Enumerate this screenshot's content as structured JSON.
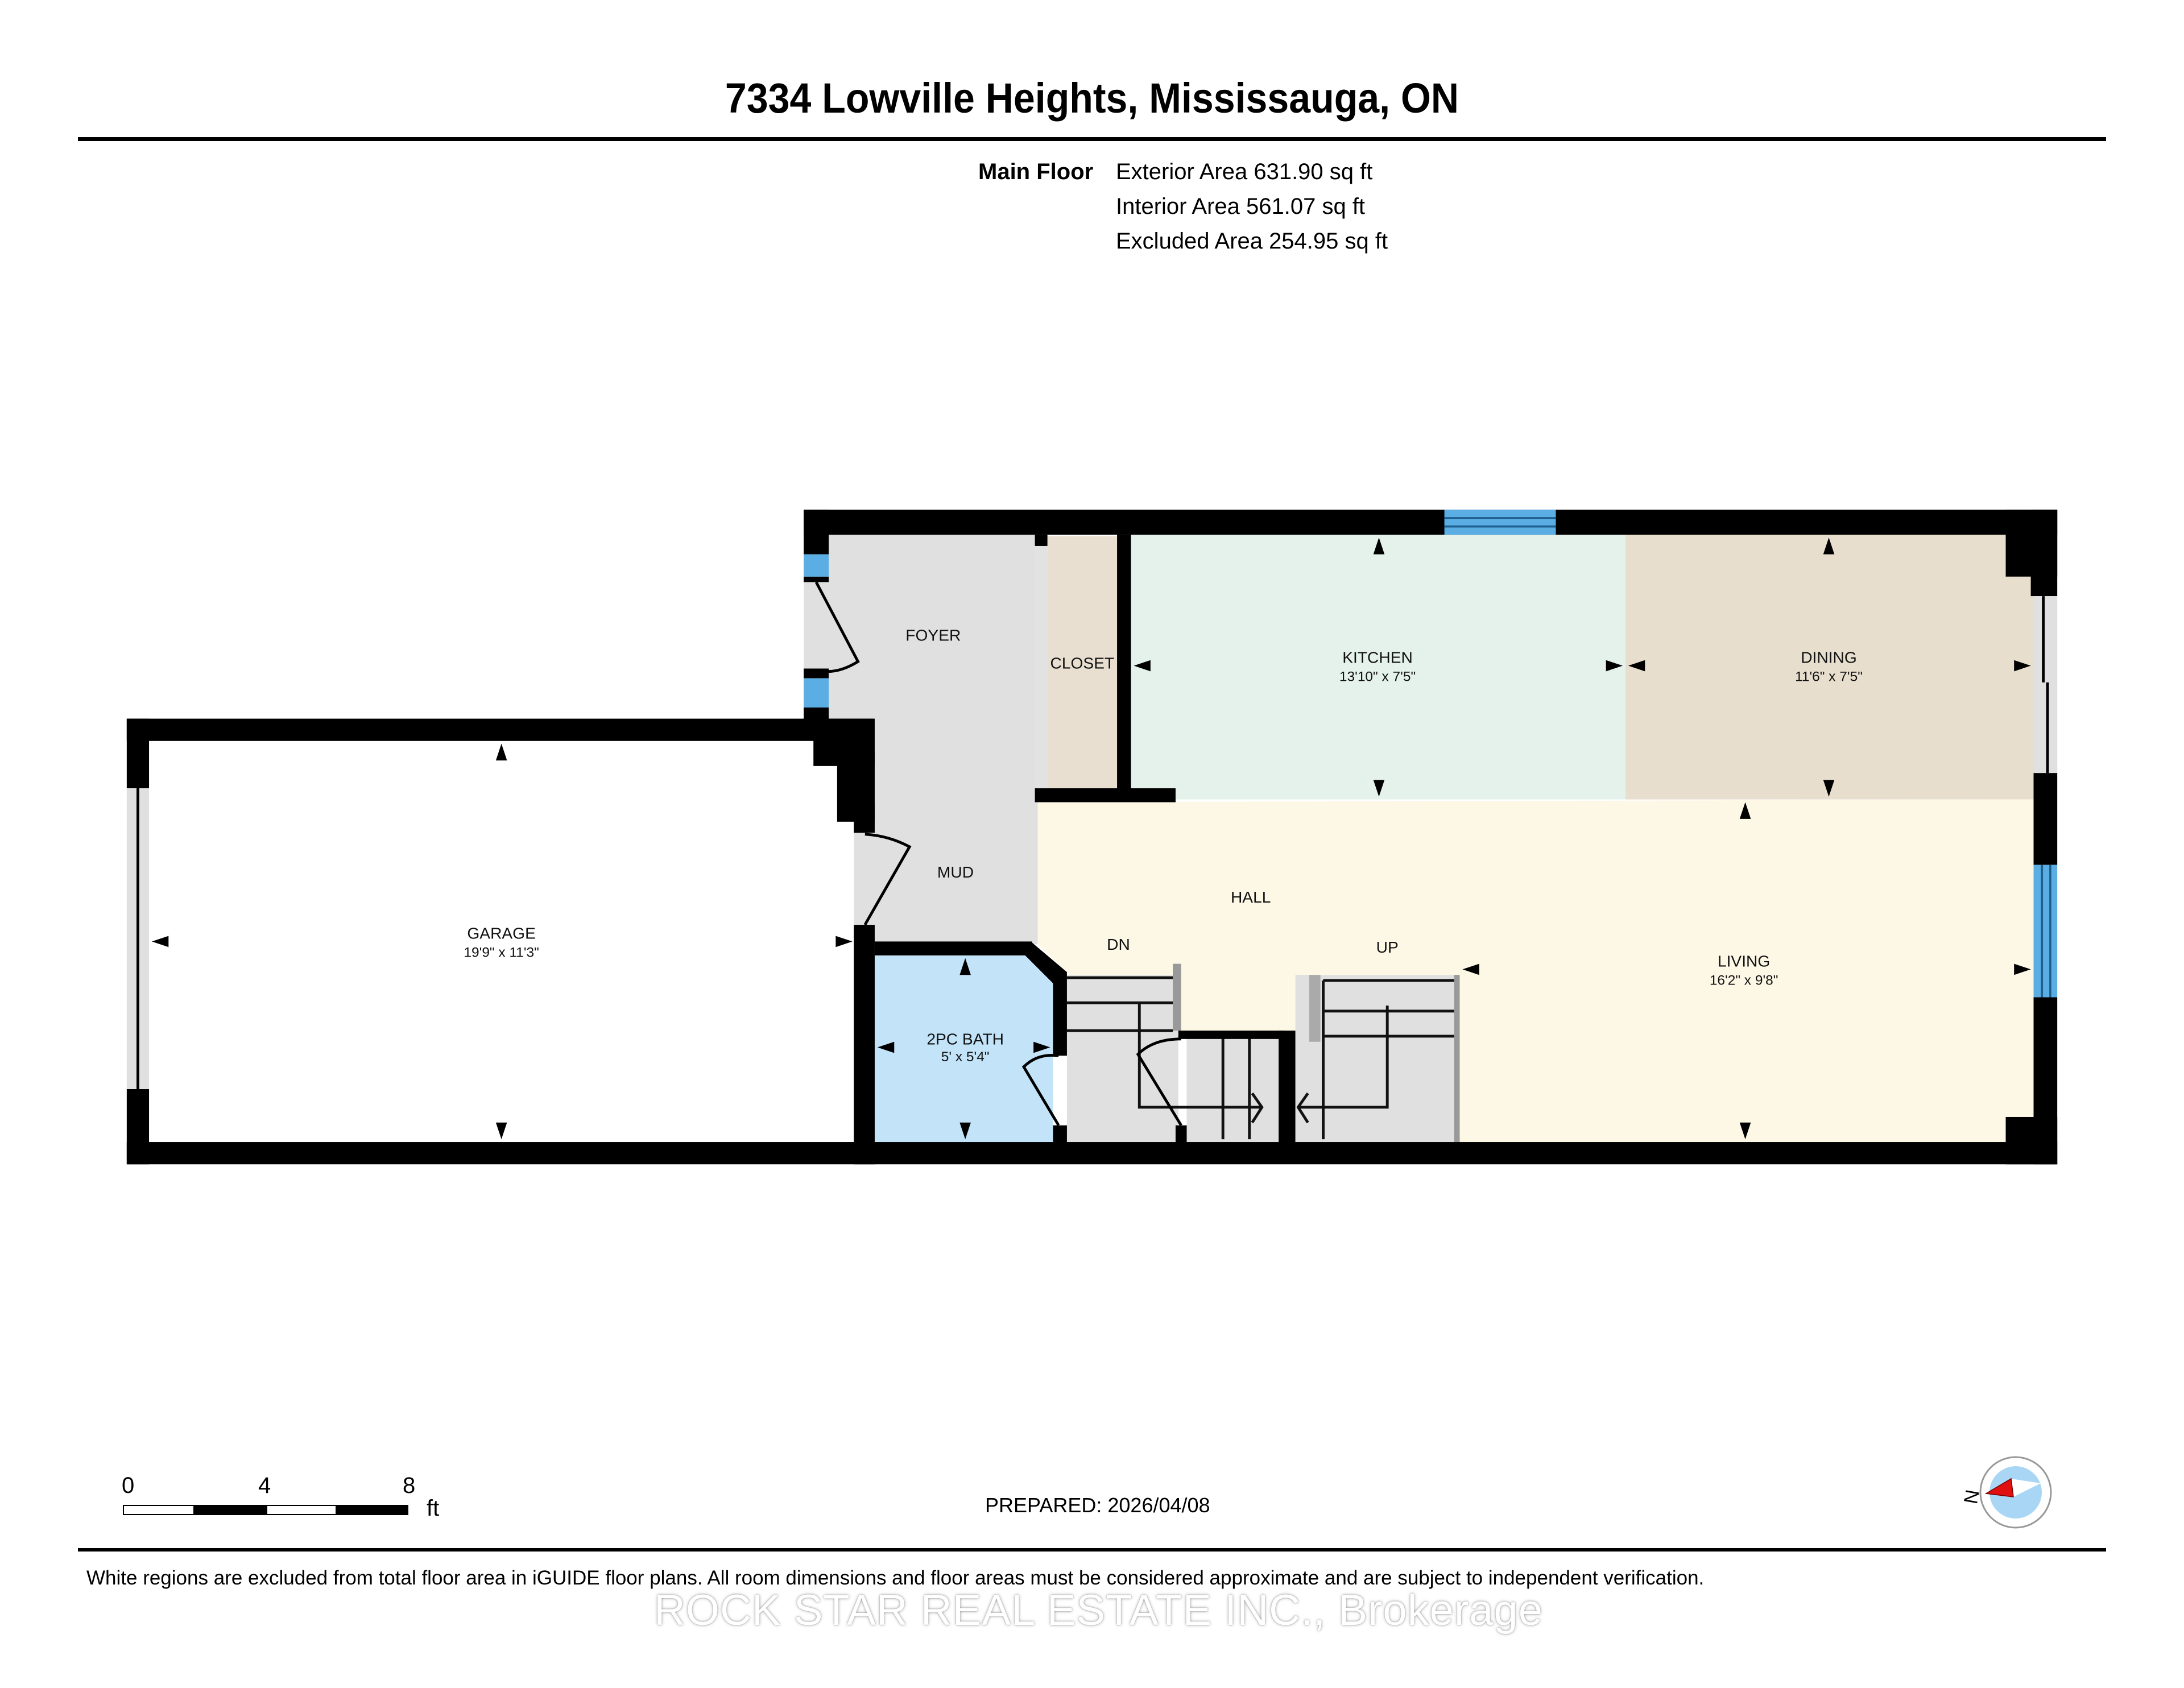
{
  "header": {
    "title": "7334 Lowville Heights, Mississauga, ON"
  },
  "areas": {
    "floor_label": "Main Floor",
    "exterior": "Exterior Area 631.90 sq ft",
    "interior": "Interior Area 561.07 sq ft",
    "excluded": "Excluded Area 254.95 sq ft"
  },
  "rooms": {
    "foyer": {
      "name": "FOYER",
      "color": "#e0e0e0"
    },
    "closet": {
      "name": "CLOSET",
      "color": "#e8dfd0"
    },
    "kitchen": {
      "name": "KITCHEN",
      "dims": "13'10\" x 7'5\"",
      "color": "#e5f2ec"
    },
    "dining": {
      "name": "DINING",
      "dims": "11'6\" x 7'5\"",
      "color": "#e8dece"
    },
    "mud": {
      "name": "MUD",
      "color": "#e0e0e0"
    },
    "hall": {
      "name": "HALL",
      "color": "#fdf8e6"
    },
    "garage": {
      "name": "GARAGE",
      "dims": "19'9\" x 11'3\"",
      "color": "#ffffff"
    },
    "bath": {
      "name": "2PC BATH",
      "dims": "5' x 5'4\"",
      "color": "#c2e3f8"
    },
    "living": {
      "name": "LIVING",
      "dims": "16'2\" x 9'8\"",
      "color": "#fdf8e6"
    },
    "stairs_down": {
      "name": "DN"
    },
    "stairs_up": {
      "name": "UP"
    }
  },
  "colors": {
    "wall": "#000000",
    "window": "#5aaee3",
    "window_line": "#1f5f8f",
    "stairs": "#e0e0e0",
    "compass_needle": "#e01010",
    "compass_face": "#a9d6f5"
  },
  "scale_bar": {
    "ticks": [
      "0",
      "4",
      "8"
    ],
    "unit": "ft"
  },
  "compass": {
    "north_label": "N"
  },
  "footer": {
    "prepared": "PREPARED: 2026/04/08",
    "disclaimer": "White regions are excluded from total floor area in iGUIDE floor plans. All room dimensions and floor areas must be considered approximate and are subject to independent verification.",
    "watermark": "ROCK STAR REAL ESTATE INC., Brokerage"
  }
}
